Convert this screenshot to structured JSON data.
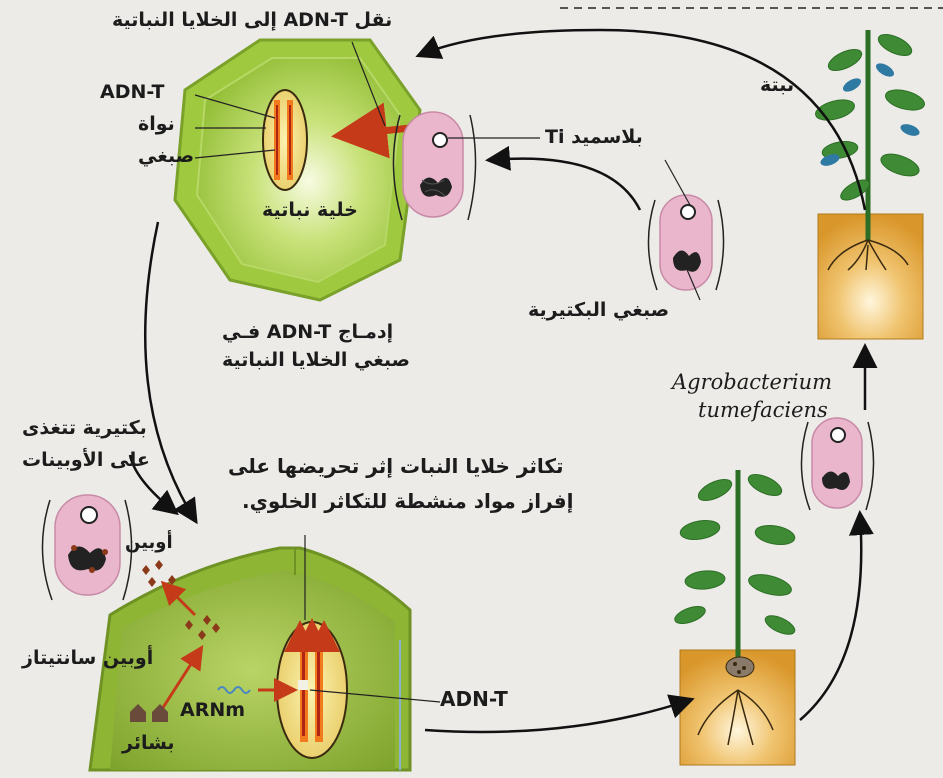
{
  "labels": {
    "transfer": "نقل ADN-T إلى الخلايا النباتية",
    "adn_t_top": "ADN-T",
    "nucleus": "نواة",
    "chromosome": "صبغي",
    "plant_cell": "خلية نباتية",
    "plant": "نبتة",
    "plasmid_ti": "بلاسميد Ti",
    "bacterial_chromosome": "صبغي البكتيرية",
    "integration_line1": "إدمـاج ADN-T فـي",
    "integration_line2": "صبغي الخلايا النباتية",
    "agrobacterium_line1": "Agrobacterium",
    "agrobacterium_line2": "tumefaciens",
    "bacteria_feed_line1": "بكتيرية تتغذى",
    "bacteria_feed_line2": "على الأوبينات",
    "proliferation_line1": "تكاثر خلايا النبات إثر تحريضها على",
    "proliferation_line2": "إفراز مواد منشطة للتكاثر الخلوي.",
    "opine": "أوبين",
    "opine_synthetase": "أوبين سانتيتاز",
    "precursors": "بشائر",
    "arnm": "ARNm",
    "adn_t_bottom": "ADN-T"
  },
  "colors": {
    "cell_green": "#a6cc4a",
    "cell_green_light": "#dbeb9c",
    "bacteria_pink": "#eab6cc",
    "soil_orange": "#e2a236",
    "stem_green": "#2c6e25",
    "leaf_green": "#3f8a34",
    "arrow_red": "#c53a18",
    "gene_orange": "#f07a1c"
  }
}
